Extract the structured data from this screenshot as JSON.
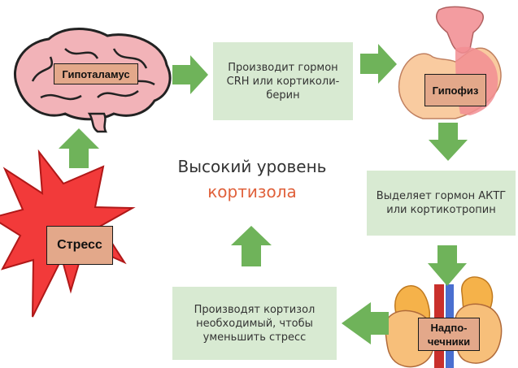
{
  "colors": {
    "box_fill": "#d8ead2",
    "arrow_fill": "#6fb35a",
    "label_fill": "#e3a88a",
    "stress_fill": "#f23a3a",
    "accent_text": "#e0603a"
  },
  "labels": {
    "hypothalamus": "Гипоталамус",
    "pituitary": "Гипофиз",
    "adrenals": "Надпо-\nчечники",
    "stress": "Стресс"
  },
  "boxes": {
    "crh": "Производит гормон\nCRH или кортиколи-\nберин",
    "acth": "Выделяет гормон АКТГ\nили кортикотропин",
    "cortisol": "Производят кортизол\nнеобходимый, чтобы\nуменьшить стресс"
  },
  "center": {
    "line1": "Высокий уровень",
    "line2": "кортизола"
  },
  "icons": [
    "brain-icon",
    "pituitary-icon",
    "adrenal-glands-icon",
    "stress-burst-icon"
  ]
}
